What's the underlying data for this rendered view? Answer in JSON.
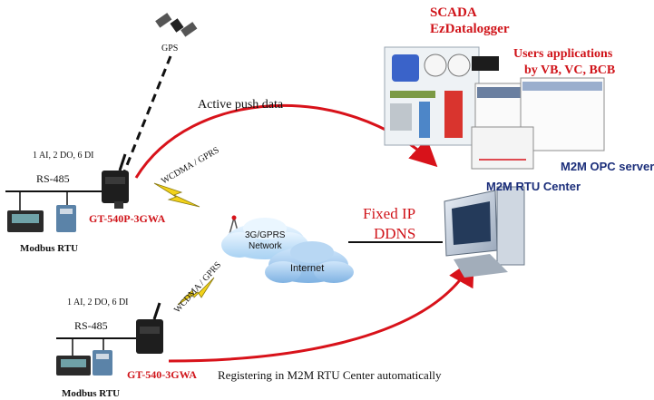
{
  "labels": {
    "gps": "GPS",
    "scada_line1": "SCADA",
    "scada_line2": "EzDatalogger",
    "users_line1": "Users applications",
    "users_line2": "by VB, VC, BCB",
    "active_push": "Active push data",
    "m2m_opc": "M2M OPC server",
    "m2m_rtu_center": "M2M RTU Center",
    "io_top": "1 AI, 2 DO, 6 DI",
    "rs485_top": "RS-485",
    "wcdma_top": "WCDMA / GPRS",
    "gt540p": "GT-540P-3GWA",
    "modbus_top": "Modbus RTU",
    "network_3g_line1": "3G/GPRS",
    "network_3g_line2": "Network",
    "internet": "Internet",
    "fixed_ip": "Fixed IP",
    "ddns": "DDNS",
    "wcdma_bottom": "WCDMA / GPRS",
    "io_bottom": "1 AI, 2 DO, 6 DI",
    "rs485_bottom": "RS-485",
    "gt540": "GT-540-3GWA",
    "registering": "Registering in M2M RTU Center automatically",
    "modbus_bottom": "Modbus RTU"
  },
  "colors": {
    "red_arrow": "#d8121a",
    "label_red": "#d0141a",
    "label_navy": "#1b2e7a",
    "cloud_blue": "#9ec8ee",
    "lightning": "#f2d21a"
  }
}
